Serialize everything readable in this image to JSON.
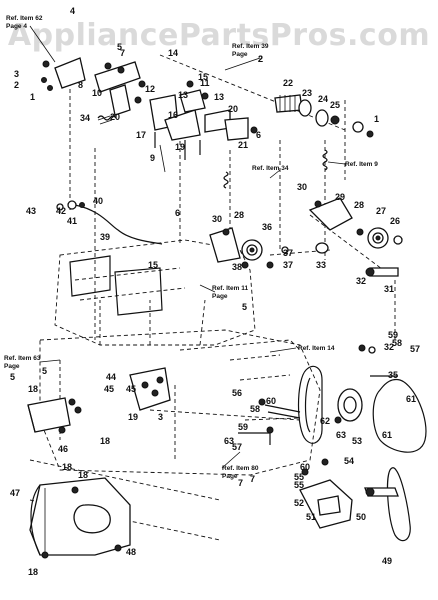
{
  "watermark": "AppliancePartsPros.com",
  "part_numbers": [
    "1",
    "2",
    "3",
    "4",
    "5",
    "6",
    "7",
    "8",
    "9",
    "10",
    "11",
    "12",
    "13",
    "14",
    "15",
    "16",
    "17",
    "18",
    "19",
    "20",
    "21",
    "22",
    "23",
    "24",
    "25",
    "26",
    "27",
    "28",
    "29",
    "30",
    "31",
    "32",
    "33",
    "34",
    "35",
    "36",
    "37",
    "38",
    "39",
    "40",
    "41",
    "42",
    "43",
    "44",
    "45",
    "46",
    "47",
    "48",
    "49",
    "50",
    "51",
    "52",
    "53",
    "54",
    "55",
    "56",
    "57",
    "58",
    "59",
    "60",
    "61",
    "62",
    "63"
  ],
  "references": [
    {
      "label": "Ref. Item 62",
      "page_label": "Page",
      "page": "4"
    },
    {
      "label": "Ref. Item 39",
      "page_label": "Page",
      "page": "2"
    },
    {
      "label": "Ref. Item 34",
      "page_label": "",
      "page": ""
    },
    {
      "label": "Ref. Item 9",
      "page_label": "",
      "page": ""
    },
    {
      "label": "Ref. Item 11",
      "page_label": "Page",
      "page": "5"
    },
    {
      "label": "Ref. Item 63",
      "page_label": "Page",
      "page": "5"
    },
    {
      "label": "Ref. Item 14",
      "page_label": "",
      "page": ""
    },
    {
      "label": "Ref. Item 80",
      "page_label": "Page",
      "page": "7"
    }
  ]
}
